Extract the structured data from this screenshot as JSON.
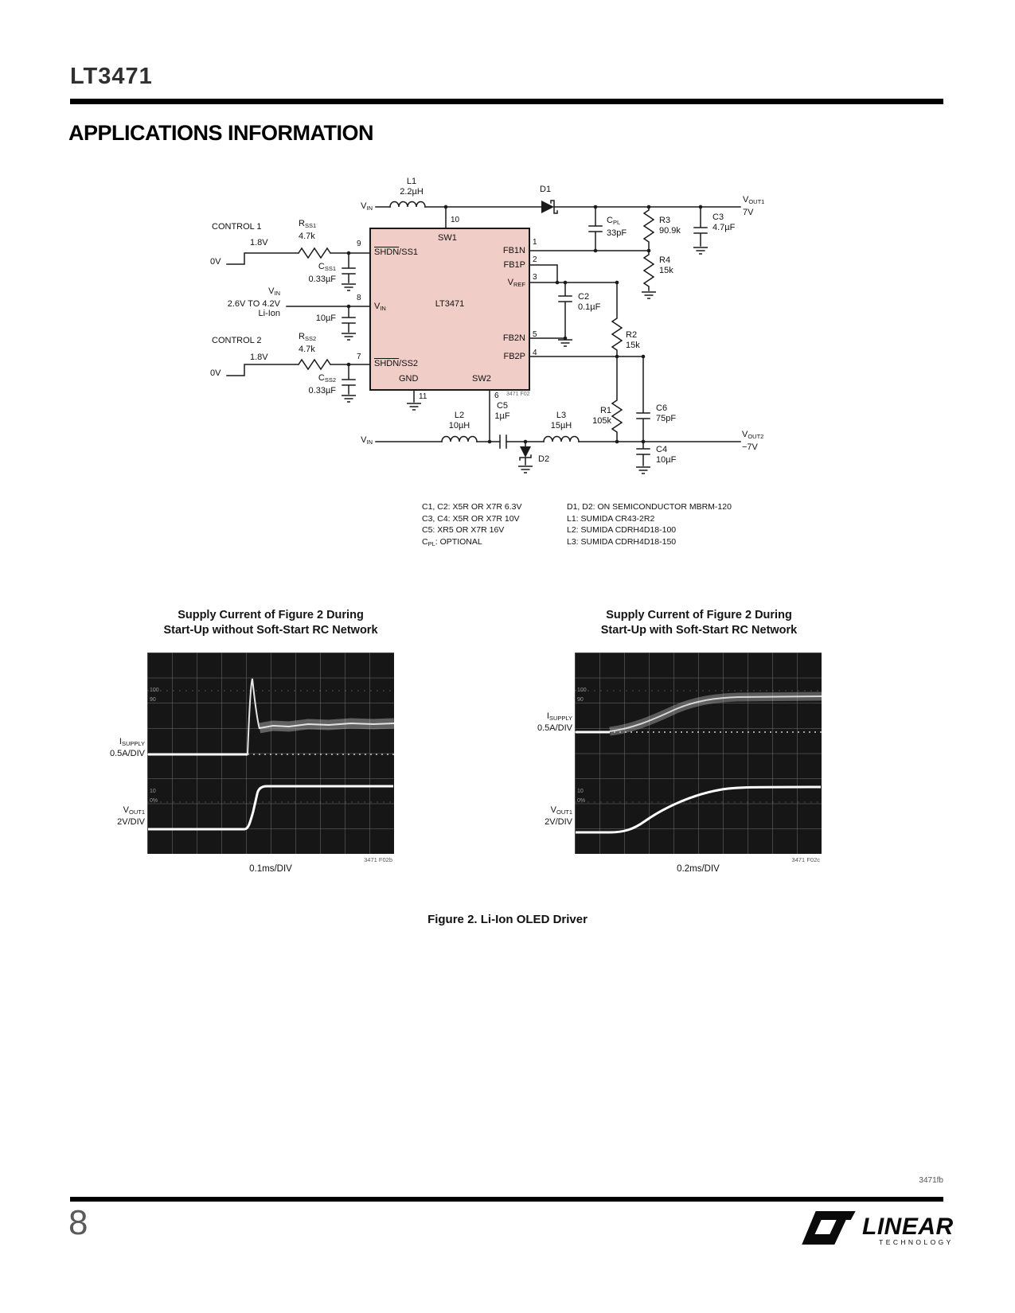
{
  "header": {
    "part_number": "LT3471",
    "section_title": "APPLICATIONS INFORMATION"
  },
  "sch": {
    "ic_name": "LT3471",
    "fig_code": "3471 F02",
    "pins": {
      "p1": "1",
      "p2": "2",
      "p3": "3",
      "p4": "4",
      "p5": "5",
      "p6": "6",
      "p7": "7",
      "p8": "8",
      "p9": "9",
      "p10": "10",
      "p11": "11"
    },
    "pin_labels": {
      "sw1": "SW1",
      "sw2": "SW2",
      "gnd": "GND",
      "fb1n": "FB1N",
      "fb1p": "FB1P",
      "fb2n": "FB2N",
      "fb2p": "FB2P",
      "vref": {
        "base": "V",
        "sub": "REF"
      },
      "vin": {
        "base": "V",
        "sub": "IN"
      },
      "shdn1": {
        "over": "SHDN",
        "rest": "/SS1"
      },
      "shdn2": {
        "over": "SHDN",
        "rest": "/SS2"
      }
    },
    "l1": {
      "name": "L1",
      "value": "2.2µH"
    },
    "l2": {
      "name": "L2",
      "value": "10µH"
    },
    "l3": {
      "name": "L3",
      "value": "15µH"
    },
    "d1": "D1",
    "d2": "D2",
    "c2": {
      "name": "C2",
      "value": "0.1µF"
    },
    "c3": {
      "name": "C3",
      "value": "4.7µF"
    },
    "c4": {
      "name": "C4",
      "value": "10µF"
    },
    "c5": {
      "name": "C5",
      "value": "1µF"
    },
    "c6": {
      "name": "C6",
      "value": "75pF"
    },
    "cpl": {
      "base": "C",
      "sub": "PL",
      "value": "33pF"
    },
    "r1": {
      "name": "R1",
      "value": "105k"
    },
    "r2": {
      "name": "R2",
      "value": "15k"
    },
    "r3": {
      "name": "R3",
      "value": "90.9k"
    },
    "r4": {
      "name": "R4",
      "value": "15k"
    },
    "rss1": {
      "base": "R",
      "sub": "SS1",
      "value": "4.7k"
    },
    "rss2": {
      "base": "R",
      "sub": "SS2",
      "value": "4.7k"
    },
    "css1": {
      "base": "C",
      "sub": "SS1",
      "value": "0.33µF"
    },
    "css2": {
      "base": "C",
      "sub": "SS2",
      "value": "0.33µF"
    },
    "cin_value": "10µF",
    "control1": "CONTROL 1",
    "control2": "CONTROL 2",
    "v18": "1.8V",
    "v0": "0V",
    "vin": {
      "base": "V",
      "sub": "IN"
    },
    "vin_left": {
      "base": "V",
      "sub": "IN",
      "line2": "2.6V TO 4.2V",
      "line3": "Li-Ion"
    },
    "vout1": {
      "base": "V",
      "sub": "OUT1",
      "value": "7V"
    },
    "vout2": {
      "base": "V",
      "sub": "OUT2",
      "value": "−7V"
    }
  },
  "notes": {
    "col1": [
      "C1, C2: X5R OR X7R 6.3V",
      "C3, C4: X5R OR X7R 10V",
      "C5: XR5 OR X7R 16V"
    ],
    "col1_last": {
      "base": "C",
      "sub": "PL",
      "rest": ": OPTIONAL"
    },
    "col2": [
      "D1, D2: ON SEMICONDUCTOR MBRM-120",
      "L1: SUMIDA CR43-2R2",
      "L2: SUMIDA CDRH4D18-100",
      "L3: SUMIDA CDRH4D18-150"
    ]
  },
  "scopes": [
    {
      "title1": "Supply Current of Figure 2 During",
      "title2": "Start-Up without Soft-Start RC Network",
      "isupply": {
        "base": "I",
        "sub": "SUPPLY",
        "div": "0.5A/DIV"
      },
      "vout": {
        "base": "V",
        "sub": "OUT1",
        "div": "2V/DIV"
      },
      "timebase": "0.1ms/DIV",
      "fig_code": "3471 F02b",
      "pct": [
        "100",
        "90",
        "10",
        "0%"
      ]
    },
    {
      "title1": "Supply Current of Figure 2 During",
      "title2": "Start-Up with Soft-Start RC Network",
      "isupply": {
        "base": "I",
        "sub": "SUPPLY",
        "div": "0.5A/DIV"
      },
      "vout": {
        "base": "V",
        "sub": "OUT1",
        "div": "2V/DIV"
      },
      "timebase": "0.2ms/DIV",
      "fig_code": "3471 F02c",
      "pct": [
        "100",
        "90",
        "10",
        "0%"
      ]
    }
  ],
  "caption": "Figure 2. Li-Ion OLED Driver",
  "footer": {
    "doc_code": "3471fb",
    "page_number": "8",
    "logo_main": "LINEAR",
    "logo_sub": "TECHNOLOGY"
  }
}
